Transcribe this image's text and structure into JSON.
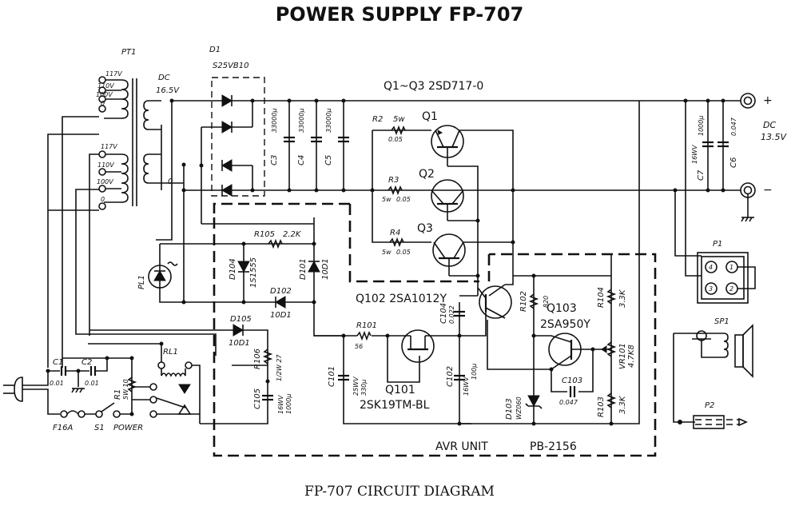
{
  "title": "POWER SUPPLY FP-707",
  "caption": "FP-707 CIRCUIT DIAGRAM",
  "transformer": {
    "ref": "PT1",
    "primary_taps_upper": [
      "117V",
      "110V",
      "100V",
      "0"
    ],
    "primary_taps_lower": [
      "117V",
      "110V",
      "100V",
      "0"
    ],
    "secondary_label": "DC",
    "secondary_voltage": "16.5V",
    "secondary_zero": "0"
  },
  "rectifier": {
    "ref": "D1",
    "part": "S25VB10"
  },
  "pass_transistors_label": "Q1~Q3  2SD717-0",
  "filter_caps": [
    {
      "ref": "C3",
      "value": "33000µ"
    },
    {
      "ref": "C4",
      "value": "33000µ"
    },
    {
      "ref": "C5",
      "value": "33000µ"
    }
  ],
  "emitter_resistors": [
    {
      "ref": "R2",
      "rating": "5w",
      "value": "0.05"
    },
    {
      "ref": "R3",
      "rating": "5w",
      "value": "0.05"
    },
    {
      "ref": "R4",
      "rating": "5w",
      "value": "0.05"
    }
  ],
  "transistors": {
    "q1": "Q1",
    "q2": "Q2",
    "q3": "Q3"
  },
  "output": {
    "c7_ref": "C7",
    "c7_rating": "16WV",
    "c7_value": "1000µ",
    "c6_ref": "C6",
    "c6_value": "0.047",
    "label_dc": "DC",
    "voltage": "13.5V",
    "plus": "+",
    "minus": "−"
  },
  "pilot_lamp": "PL1",
  "avr": {
    "r105": "R105",
    "r105_value": "2.2K",
    "d104": "D104",
    "d104_part": "1S1555",
    "d101": "D101",
    "d101_part": "10D1",
    "d102": "D102",
    "d102_part": "10D1",
    "d105": "D105",
    "d105_part": "10D1",
    "r106": "R106",
    "r106_value": "1/2W 27",
    "c105": "C105",
    "c105_rating": "16WV",
    "c105_value": "1000µ",
    "q102_label": "Q102  2SA1012Y",
    "r101": "R101",
    "r101_value": "56",
    "c101": "C101",
    "c101_rating": "25WV",
    "c101_value": "330µ",
    "q101": "Q101",
    "q101_part": "2SK19TM-BL",
    "c104": "C104",
    "c104_value": "0.022",
    "c102": "C102",
    "c102_rating": "16WV",
    "c102_value": "100µ",
    "r102": "R102",
    "r102_value": "820",
    "q103": "Q103",
    "q103_part": "2SA950Y",
    "r104": "R104",
    "r104_value": "3.3K",
    "vr101": "VR101",
    "vr101_value": "4.7K8",
    "c103": "C103",
    "c103_value": "0.047",
    "d103": "D103",
    "d103_part": "WZ060",
    "r103": "R103",
    "r103_value": "3.3K",
    "unit_label": "AVR UNIT",
    "unit_part": "PB-2156"
  },
  "input": {
    "c1": "C1",
    "c1_value": "0.01",
    "c2": "C2",
    "c2_value": "0.01",
    "r1": "R1",
    "r1_value": "5W 10",
    "relay": "RL1",
    "fuse": "F16A",
    "switch": "S1",
    "switch_label": "POWER"
  },
  "connectors": {
    "p1": "P1",
    "p1_pins": [
      "4",
      "1",
      "3",
      "2"
    ],
    "sp1": "SP1",
    "p2": "P2"
  }
}
